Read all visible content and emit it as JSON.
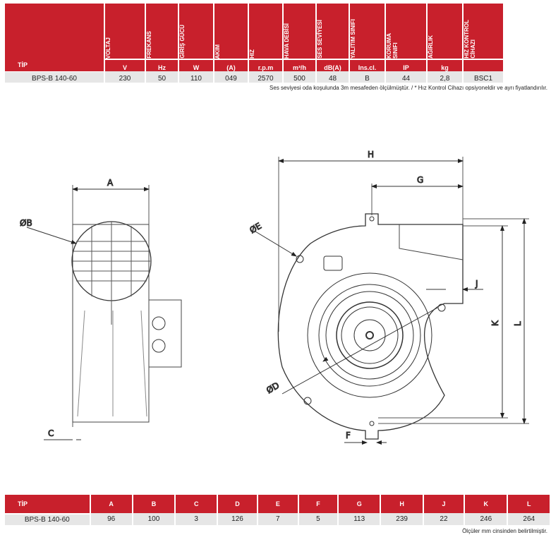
{
  "spec_table": {
    "type_header": "TİP",
    "columns": [
      {
        "header": "VOLTAJ",
        "unit": "V",
        "value": "230"
      },
      {
        "header": "FREKANS",
        "unit": "Hz",
        "value": "50"
      },
      {
        "header": "GİRİŞ GÜCÜ",
        "unit": "W",
        "value": "110"
      },
      {
        "header": "AKIM",
        "unit": "(A)",
        "value": "049"
      },
      {
        "header": "HIZ",
        "unit": "r.p.m",
        "value": "2570"
      },
      {
        "header": "HAVA DEBİSİ",
        "unit": "m³/h",
        "value": "500"
      },
      {
        "header": "SES SEVİYESİ",
        "unit": "dB(A)",
        "value": "48"
      },
      {
        "header": "YALITIM SINIFI",
        "unit": "Ins.cl.",
        "value": "B"
      },
      {
        "header": "KORUMA\nSINIFI",
        "unit": "IP",
        "value": "44"
      },
      {
        "header": "AĞIRLIK",
        "unit": "kg",
        "value": "2,8"
      },
      {
        "header": "HIZ KONTROL\nCİHAZI",
        "unit": "",
        "value": "BSC1"
      }
    ],
    "model": "BPS-B 140-60",
    "note": "Ses seviyesi oda koşulunda 3m mesafeden ölçülmüştür. / * Hız Kontrol Cihazı opsiyoneldir ve ayrı fiyatlandırılır."
  },
  "drawing": {
    "labels": {
      "A": "A",
      "B": "ØB",
      "C": "C",
      "D": "ØD",
      "E": "ØE",
      "F": "F",
      "G": "G",
      "H": "H",
      "J": "J",
      "K": "K",
      "L": "L"
    }
  },
  "dim_table": {
    "type_header": "TİP",
    "headers": [
      "A",
      "B",
      "C",
      "D",
      "E",
      "F",
      "G",
      "H",
      "J",
      "K",
      "L"
    ],
    "model": "BPS-B 140-60",
    "values": [
      "96",
      "100",
      "3",
      "126",
      "7",
      "5",
      "113",
      "239",
      "22",
      "246",
      "264"
    ],
    "note": "Ölçüler mm cinsinden belirtilmiştir."
  }
}
